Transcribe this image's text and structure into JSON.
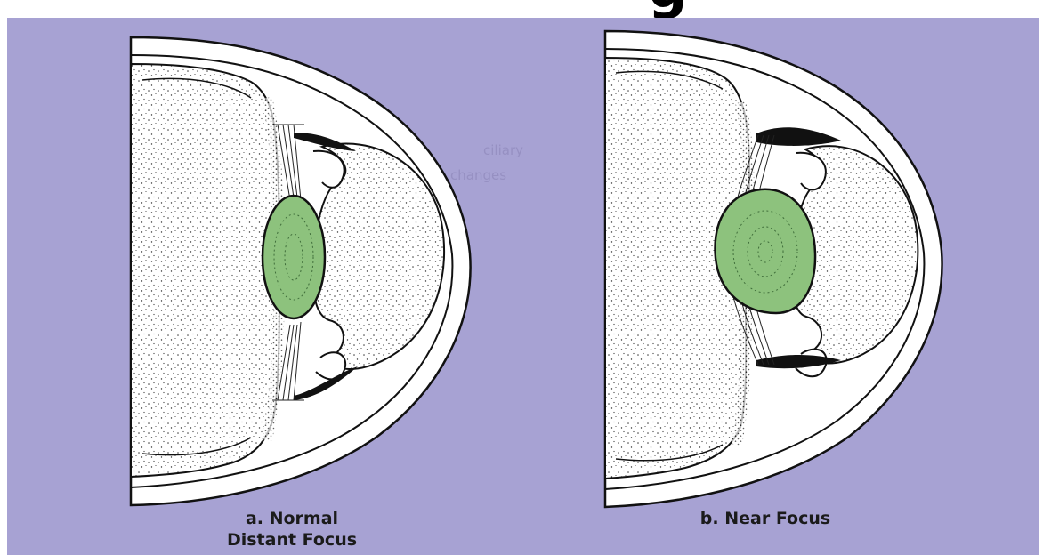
{
  "title_fragment": "g",
  "caption_a": {
    "line1": "a. Normal",
    "line2": "Distant Focus"
  },
  "caption_b": {
    "line1": "b. Near Focus"
  },
  "faint_text": [
    "ciliary",
    "changes"
  ],
  "colors": {
    "background": "#a7a2d3",
    "lens": "#8dc27d",
    "outline": "#111111",
    "fluid": "#ffffff"
  }
}
